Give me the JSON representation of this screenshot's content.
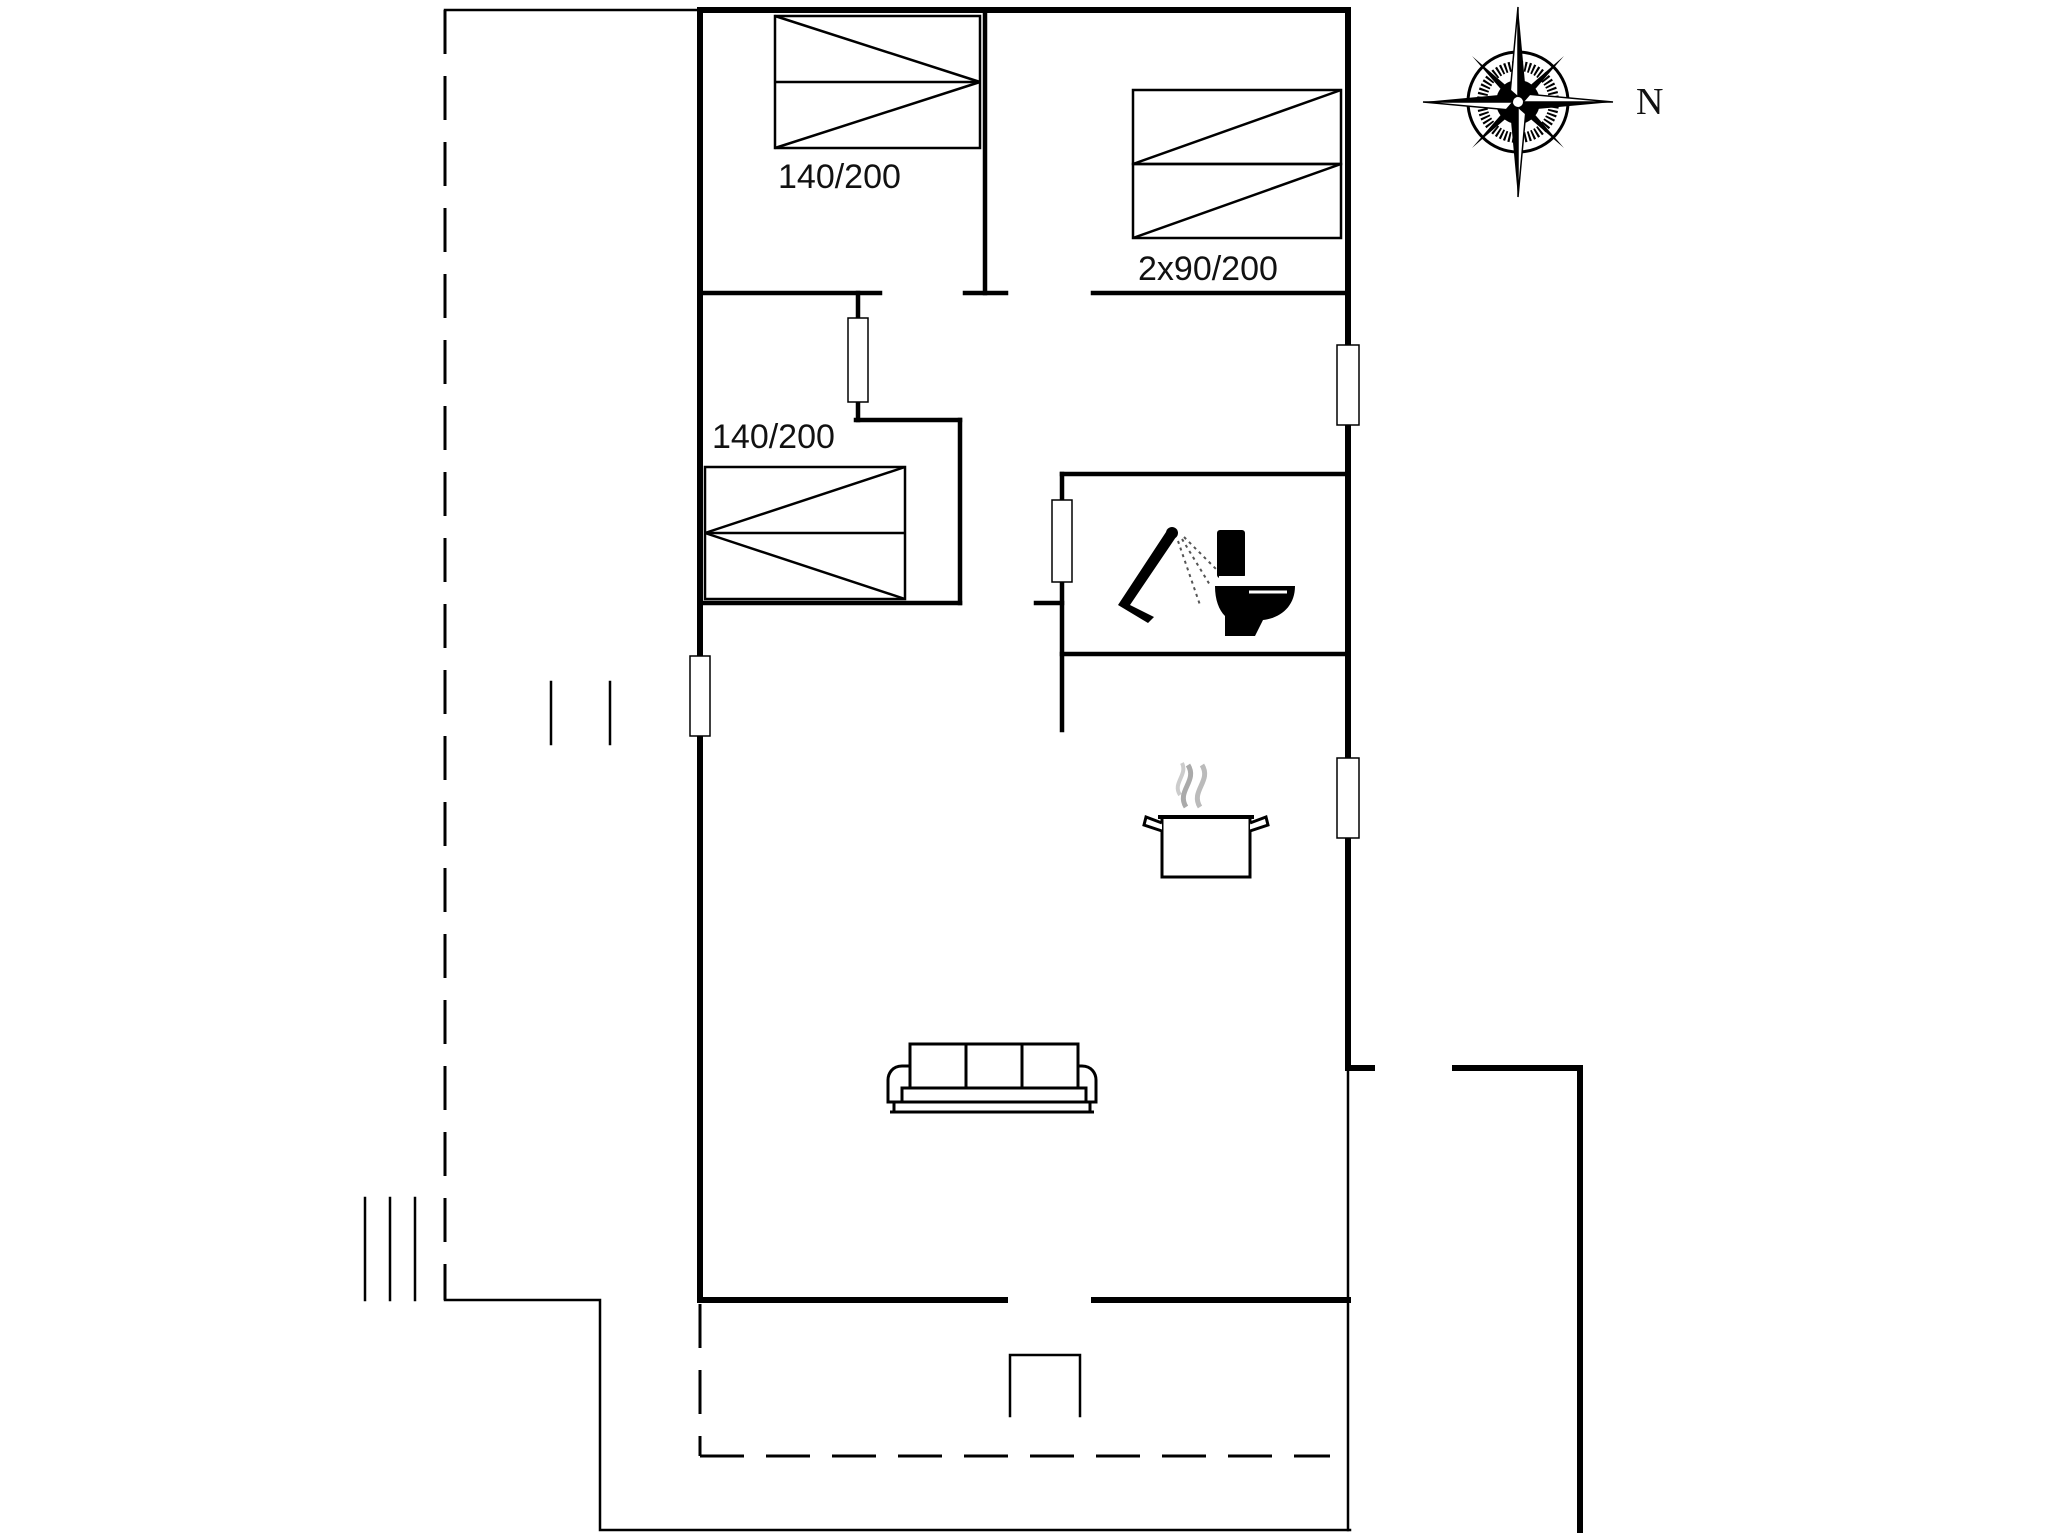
{
  "floorplan": {
    "compass": {
      "north_label": "N",
      "icon": "compass-rose-icon"
    },
    "bed_labels": {
      "bedroom_top_left": "140/200",
      "bedroom_top_right": "2x90/200",
      "bedroom_middle_left": "140/200"
    },
    "fixture_icons": {
      "shower": "shower-icon",
      "toilet": "toilet-icon",
      "kitchen": "cooking-pot-icon",
      "living": "sofa-icon"
    },
    "colors": {
      "walls": "#000000",
      "background": "#ffffff"
    }
  }
}
